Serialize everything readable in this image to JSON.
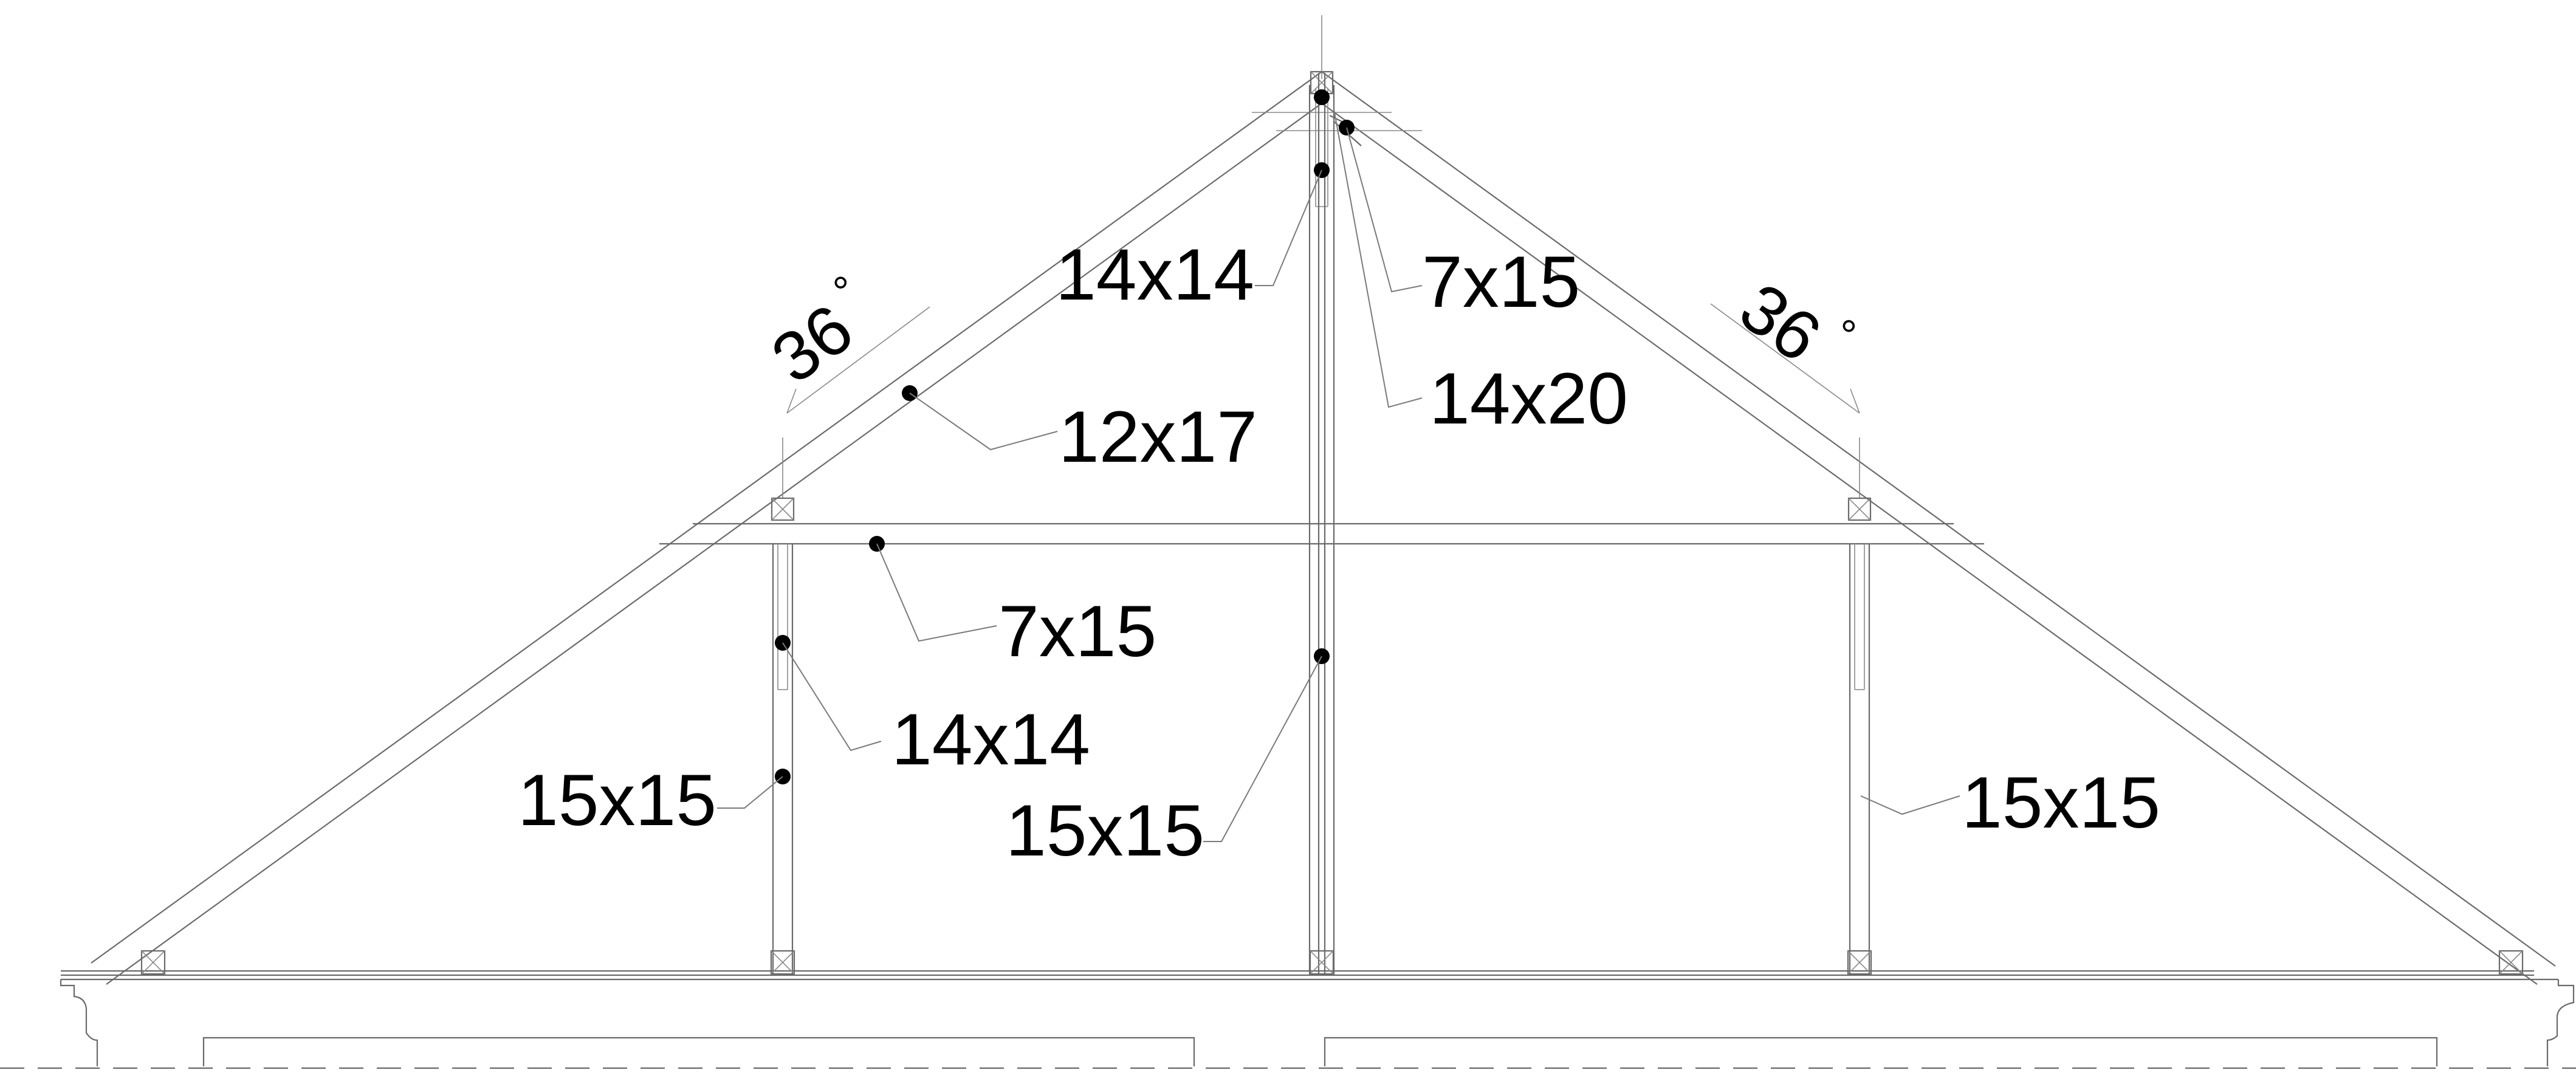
{
  "labels": {
    "king_post": "14x14",
    "strut_top": "7x15",
    "brace": "14x20",
    "rafter": "12x17",
    "collar_tie": "7x15",
    "left_post_upper": "14x14",
    "left_post_lower": "15x15",
    "center_post_lower": "15x15",
    "right_post": "15x15"
  },
  "angles": {
    "left": "36",
    "right": "36",
    "degree_symbol": "°"
  }
}
